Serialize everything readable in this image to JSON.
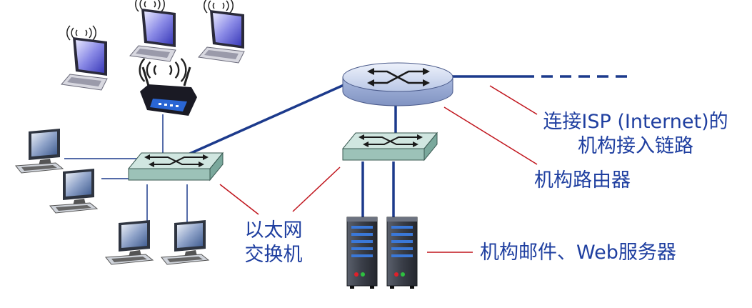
{
  "labels": {
    "access_link_line1": "连接ISP (Internet)的",
    "access_link_line2": "机构接入链路",
    "router": "机构路由器",
    "switch_line1": "以太网",
    "switch_line2": "交换机",
    "servers": "机构邮件、Web服务器"
  },
  "colors": {
    "link": "#1c3a8c",
    "annotation": "#c0141c",
    "label_text": "#1f3fa0",
    "router_fill": "#c8d4ec",
    "switch_fill": "#b4d4cc",
    "server_body": "#3a3e48",
    "server_stripe": "#3a78d8"
  },
  "icons": [
    "router-icon",
    "ethernet-switch-icon",
    "wireless-ap-icon",
    "laptop-icon",
    "desktop-computer-icon",
    "server-icon"
  ]
}
